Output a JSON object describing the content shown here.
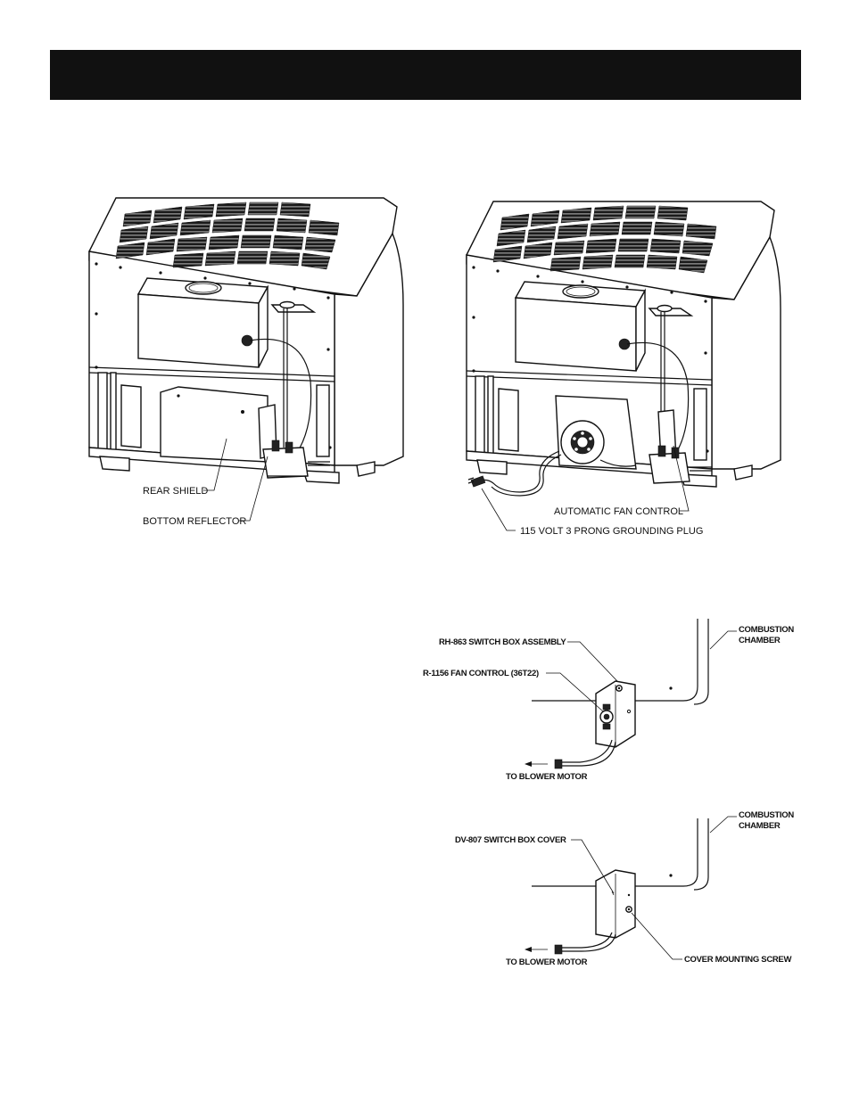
{
  "figure_left": {
    "labels": {
      "rear_shield": "REAR SHIELD",
      "bottom_reflector": "BOTTOM REFLECTOR"
    }
  },
  "figure_right": {
    "labels": {
      "automatic_fan_control": "AUTOMATIC FAN CONTROL",
      "grounding_plug": "115 VOLT 3 PRONG GROUNDING PLUG"
    }
  },
  "figure_switch_assembly": {
    "labels": {
      "switch_box_assembly": "RH-863 SWITCH BOX ASSEMBLY",
      "fan_control": "R-1156 FAN CONTROL (36T22)",
      "combustion_chamber_1": "COMBUSTION",
      "combustion_chamber_2": "CHAMBER",
      "to_blower_motor": "TO BLOWER MOTOR"
    }
  },
  "figure_switch_cover": {
    "labels": {
      "switch_box_cover": "DV-807 SWITCH BOX COVER",
      "combustion_chamber_1": "COMBUSTION",
      "combustion_chamber_2": "CHAMBER",
      "cover_mounting_screw": "COVER MOUNTING SCREW",
      "to_blower_motor": "TO BLOWER MOTOR"
    }
  },
  "colors": {
    "ink": "#111111",
    "paper": "#ffffff"
  }
}
